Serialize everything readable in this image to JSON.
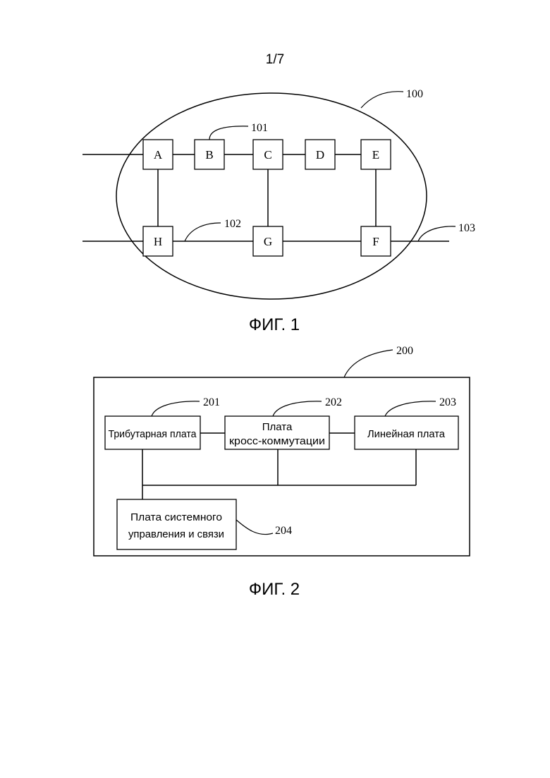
{
  "page_number": "1/7",
  "fig1": {
    "caption": "ФИГ. 1",
    "nodes": [
      "A",
      "B",
      "C",
      "D",
      "E",
      "H",
      "G",
      "F"
    ],
    "refs": {
      "network": "100",
      "node": "101",
      "link": "102",
      "external_link": "103"
    }
  },
  "fig2": {
    "caption": "ФИГ. 2",
    "refs": {
      "device": "200",
      "tributary": "201",
      "cross": "202",
      "line": "203",
      "control": "204"
    },
    "tributary_label": "Трибутарная плата",
    "cross_label_1": "Плата",
    "cross_label_2": "кросс-коммутации",
    "line_label": "Линейная плата",
    "control_label_1": "Плата системного",
    "control_label_2": "управления и связи"
  }
}
